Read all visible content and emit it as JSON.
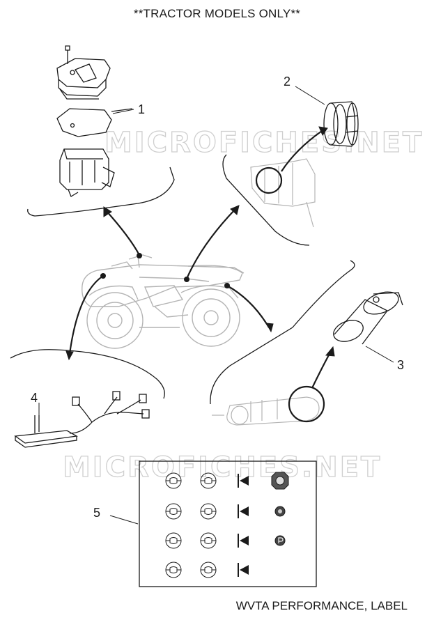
{
  "header": {
    "title": "**TRACTOR MODELS ONLY**"
  },
  "footer": {
    "caption": "WVTA PERFORMANCE, LABEL"
  },
  "watermark": {
    "text": "MICROFICHES.NET"
  },
  "callouts": [
    {
      "number": "1"
    },
    {
      "number": "2"
    },
    {
      "number": "3"
    },
    {
      "number": "4"
    },
    {
      "number": "5"
    }
  ],
  "label_sheet": {
    "rows": [
      [
        "fuse-icon",
        "fuse-icon",
        "flag-icon",
        "large-grommet-icon"
      ],
      [
        "fuse-icon",
        "fuse-icon",
        "flag-icon",
        "small-grommet-icon"
      ],
      [
        "fuse-icon",
        "fuse-icon",
        "flag-icon",
        "p-symbol-icon"
      ],
      [
        "fuse-icon",
        "fuse-icon",
        "flag-icon"
      ]
    ]
  },
  "colors": {
    "line": "#1a1a1a",
    "faint": "#b4b4b4",
    "watermark": "#cfcfcf"
  }
}
